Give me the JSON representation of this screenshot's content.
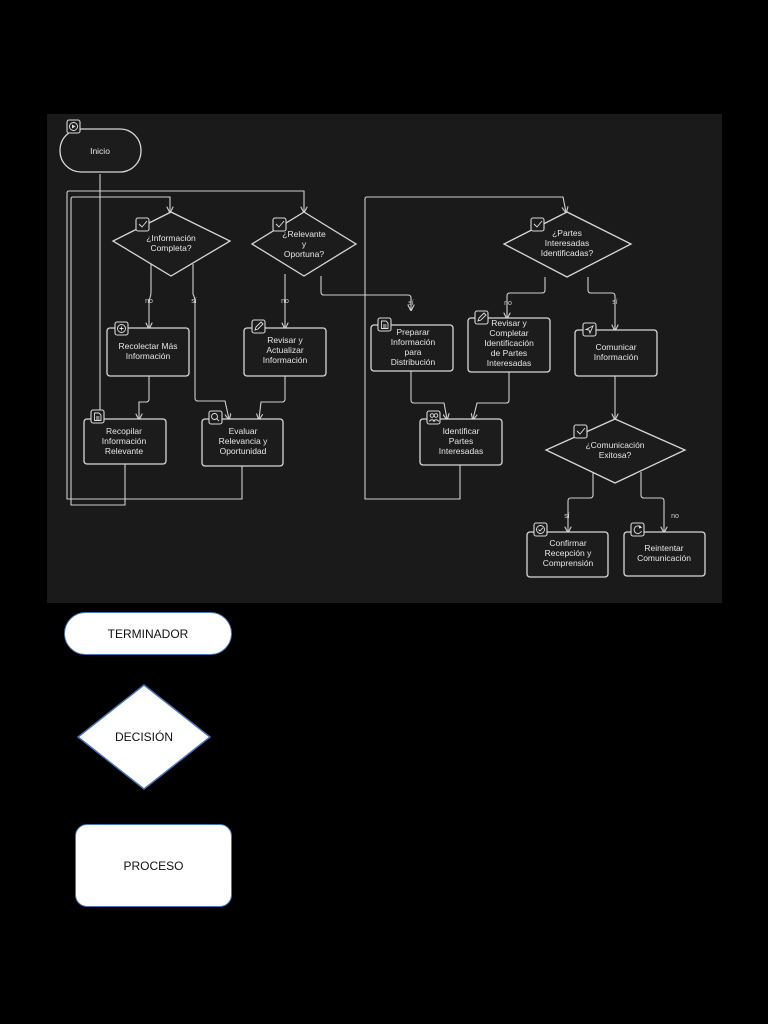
{
  "flowchart": {
    "nodes": {
      "inicio": [
        "Inicio"
      ],
      "d_info_completa": [
        "¿Información",
        "Completa?"
      ],
      "d_relevante": [
        "¿Relevante",
        "y",
        "Oportuna?"
      ],
      "d_partes": [
        "¿Partes",
        "Interesadas",
        "Identificadas?"
      ],
      "recolectar": [
        "Recolectar Más",
        "Información"
      ],
      "revisar_actualizar": [
        "Revisar y",
        "Actualizar",
        "Información"
      ],
      "preparar": [
        "Preparar",
        "Información",
        "para",
        "Distribución"
      ],
      "revisar_completar": [
        "Revisar y",
        "Completar",
        "Identificación",
        "de Partes",
        "Interesadas"
      ],
      "comunicar": [
        "Comunicar",
        "Información"
      ],
      "recopilar": [
        "Recopilar",
        "Información",
        "Relevante"
      ],
      "evaluar": [
        "Evaluar",
        "Relevancia y",
        "Oportunidad"
      ],
      "identificar": [
        "Identificar",
        "Partes",
        "Interesadas"
      ],
      "d_comunicacion": [
        "¿Comunicación",
        "Exitosa?"
      ],
      "confirmar": [
        "Confirmar",
        "Recepción y",
        "Comprensión"
      ],
      "reintentar": [
        "Reintentar",
        "Comunicación"
      ]
    },
    "edge_labels": {
      "no": "no",
      "si": "sí"
    }
  },
  "legend": {
    "terminator": "TERMINADOR",
    "decision": "DECISIÓN",
    "process": "PROCESO"
  },
  "colors": {
    "page_background": "#000000",
    "canvas_background": "#1a1a1a",
    "stroke": "#d8d8d8",
    "legend_fill": "#ffffff",
    "legend_border": "#4a74b8"
  },
  "icons": {
    "inicio": "play-icon",
    "decisions": "checkbox-icon",
    "recolectar": "plus-circle-icon",
    "revisar": "edit-icon",
    "preparar": "document-icon",
    "recopilar": "document-icon",
    "evaluar": "magnifier-icon",
    "identificar": "users-icon",
    "comunicar": "send-icon",
    "confirmar": "check-circle-icon",
    "reintentar": "refresh-icon"
  }
}
